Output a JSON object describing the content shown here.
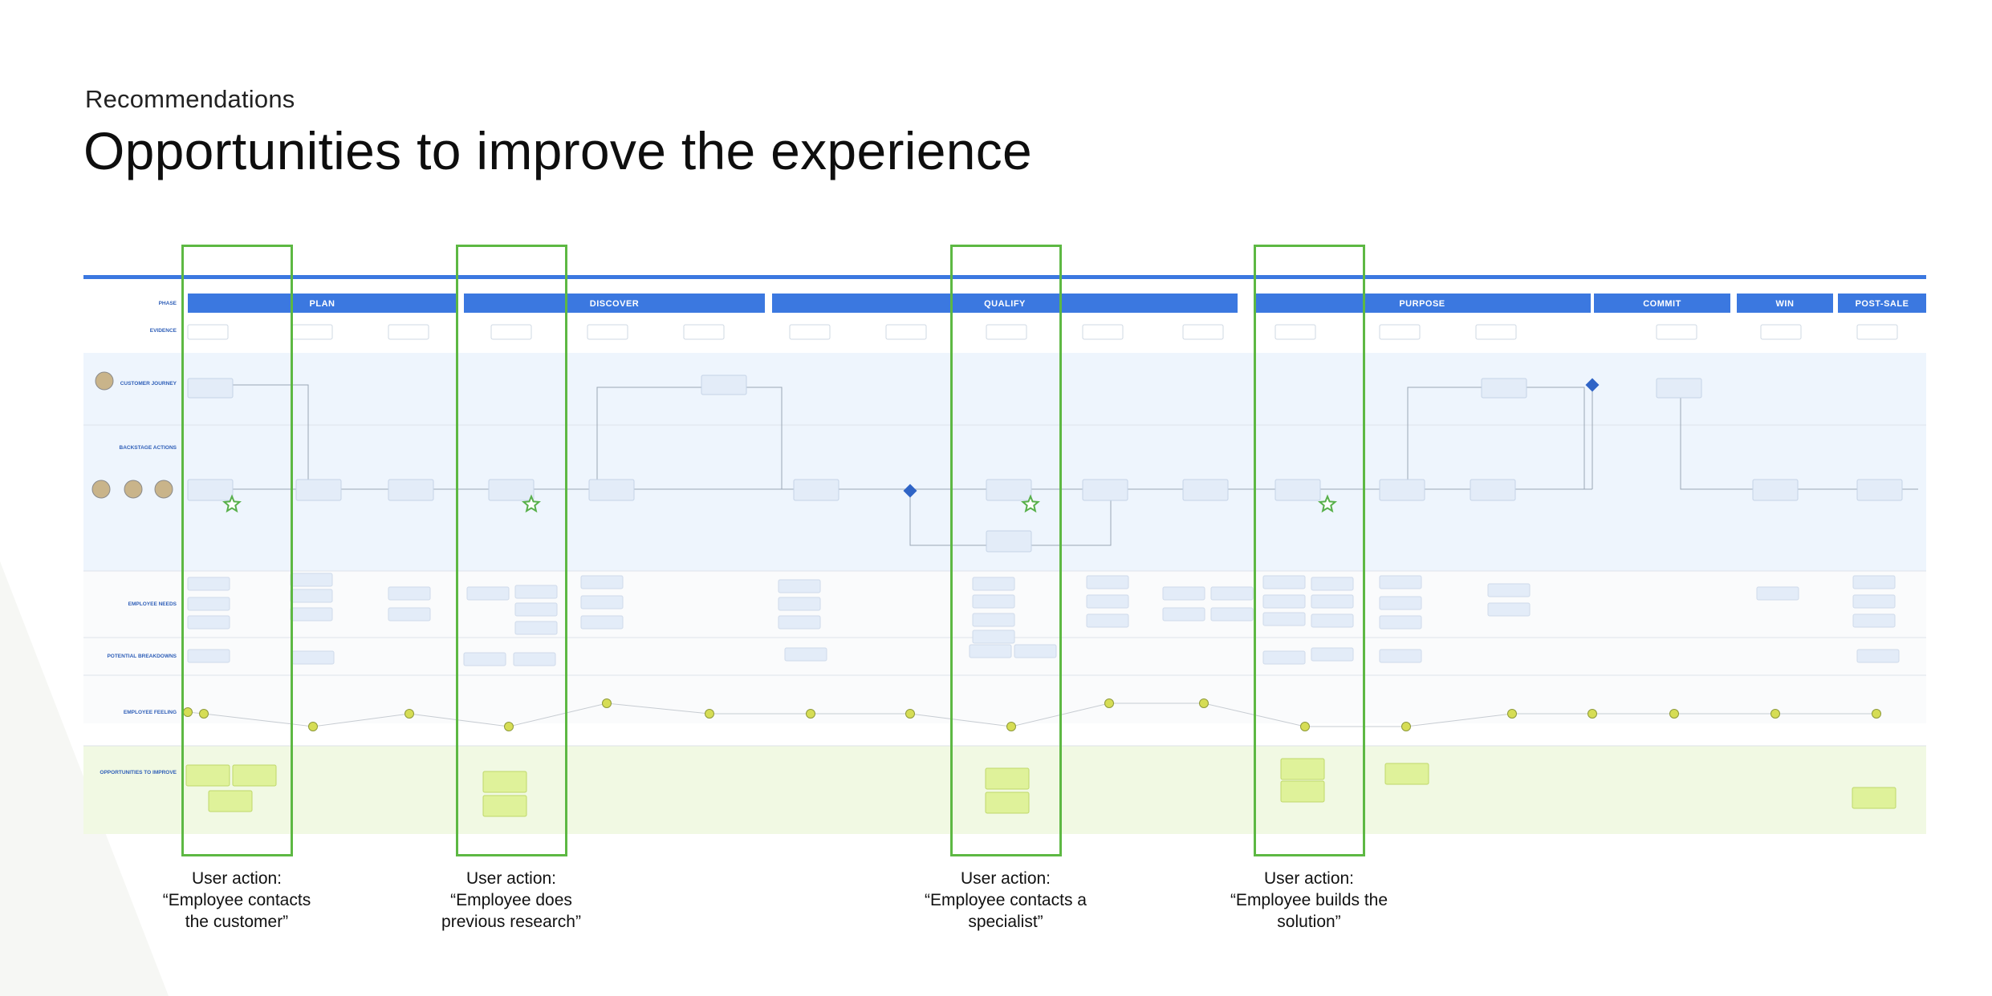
{
  "header": {
    "eyebrow": "Recommendations",
    "title": "Opportunities to improve the experience"
  },
  "journey_map": {
    "stages": [
      "PLAN",
      "DISCOVER",
      "QUALIFY",
      "PURPOSE",
      "COMMIT",
      "WIN",
      "POST-SALE"
    ],
    "row_labels": [
      "PHASE",
      "EVIDENCE",
      "CUSTOMER JOURNEY",
      "BACKSTAGE ACTIONS",
      "EMPLOYEE NEEDS",
      "POTENTIAL BREAKDOWNS",
      "EMPLOYEE FEELING",
      "OPPORTUNITIES TO IMPROVE"
    ],
    "colors": {
      "stage_blue": "#3b78e0",
      "lane_blue": "#eef5fd",
      "opportunity_green": "#f1f9e3",
      "sticky_blue": "#e3ecf8",
      "sticky_green": "#dff29a",
      "feeling_dot": "#d6dd55",
      "highlight": "#5db843"
    }
  },
  "user_actions": [
    {
      "label": "User action:\n“Employee contacts\nthe customer”"
    },
    {
      "label": "User action:\n“Employee does\nprevious research”"
    },
    {
      "label": "User action:\n“Employee contacts a\nspecialist”"
    },
    {
      "label": "User action:\n“Employee builds the\nsolution”"
    }
  ]
}
